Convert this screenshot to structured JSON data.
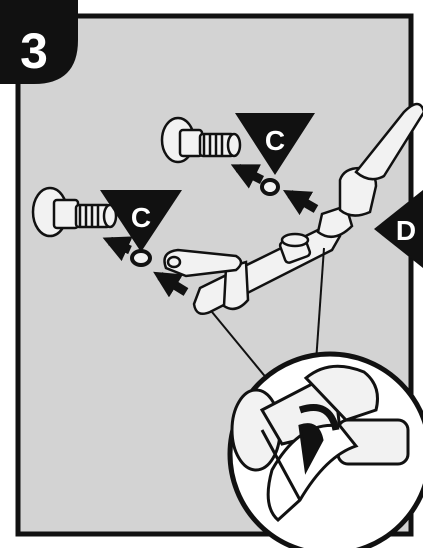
{
  "step": {
    "number": "3"
  },
  "labels": {
    "c_upper": "C",
    "c_lower": "C",
    "d": "D"
  },
  "colors": {
    "panel": "#d3d3d3",
    "ink": "#111111",
    "metal": "#f2f2f2",
    "white": "#ffffff"
  }
}
